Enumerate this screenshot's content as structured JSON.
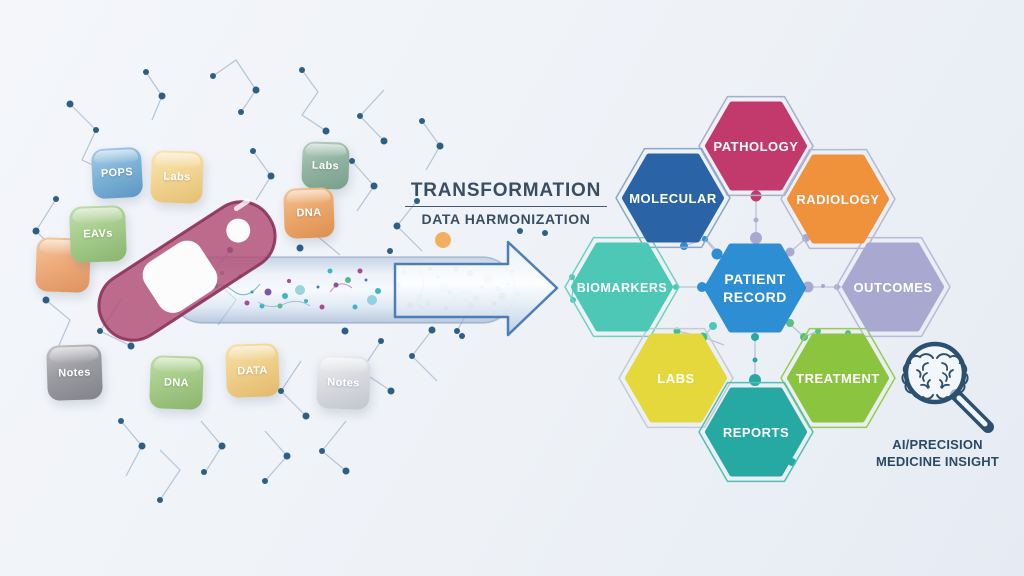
{
  "scene": {
    "transformation": {
      "title": "TRANSFORMATION",
      "subtitle": "DATA HARMONIZATION"
    },
    "source_cubes": [
      {
        "id": "pops",
        "label": "POPS",
        "color": "#7eb3d8"
      },
      {
        "id": "labs-yellow",
        "label": "Labs",
        "color": "#f3d694"
      },
      {
        "id": "orange",
        "label": "",
        "color": "#eeac7c"
      },
      {
        "id": "eavs",
        "label": "EAVs",
        "color": "#a6cd8c"
      },
      {
        "id": "labs-sage",
        "label": "Labs",
        "color": "#92b5a2"
      },
      {
        "id": "dna-orange",
        "label": "DNA",
        "color": "#eca86d"
      },
      {
        "id": "notes-gray",
        "label": "Notes",
        "color": "#9b9ba2"
      },
      {
        "id": "dna-green",
        "label": "DNA",
        "color": "#a5cc88"
      },
      {
        "id": "data-yellow",
        "label": "DATA",
        "color": "#f0d08c"
      },
      {
        "id": "notes-light",
        "label": "Notes",
        "color": "#d9dbe0"
      }
    ],
    "honeycomb": {
      "hexagons": [
        {
          "label": "PATHOLOGY",
          "color": "#c23a6b"
        },
        {
          "label": "MOLECULAR",
          "color": "#2a63a6"
        },
        {
          "label": "RADIOLOGY",
          "color": "#f0913c"
        },
        {
          "label": "BIOMARKERS",
          "color": "#4dc8b6"
        },
        {
          "label": "PATIENT RECORD",
          "line1": "PATIENT",
          "line2": "RECORD",
          "color": "#2e8ed3"
        },
        {
          "label": "OUTCOMES",
          "color": "#a8a8d1"
        },
        {
          "label": "LABS",
          "color": "#e5d83c"
        },
        {
          "label": "TREATMENT",
          "color": "#8bc53f"
        },
        {
          "label": "REPORTS",
          "color": "#27a9a3"
        }
      ]
    },
    "ai_insight": {
      "line1": "AI/PRECISION",
      "line2": "MEDICINE INSIGHT"
    }
  }
}
